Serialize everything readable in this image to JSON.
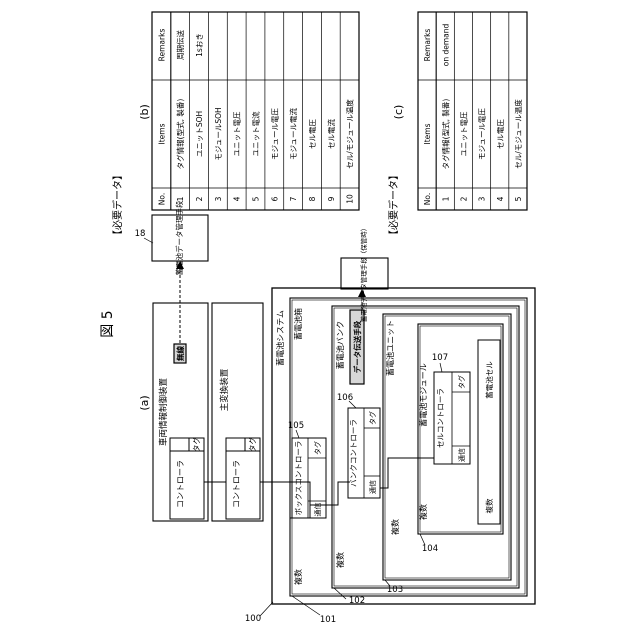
{
  "figure": {
    "title": "図 5",
    "panel_a": "(a)",
    "panel_b": "(b)",
    "panel_c": "(c)"
  },
  "diagram": {
    "vehicle_controller": "車両情報制御装置",
    "wireless": "無線",
    "main_converter": "主変換装置",
    "controller": "コントローラ",
    "tag": "タグ",
    "battery_system": "蓄電池システム",
    "battery_box": "蓄電池箱",
    "box_controller": "ボックスコントローラ",
    "comm": "通信",
    "multiple": "複数",
    "battery_bank": "蓄電池バンク",
    "bank_controller": "バンクコントローラ",
    "data_transfer": "データ伝送手段",
    "battery_unit": "蓄電池ユニット",
    "battery_module": "蓄電池モジュール",
    "cell_controller": "セルコントローラ",
    "battery_cell": "蓄電池セル",
    "data_mgmt": "蓄電池データ管理手段",
    "data_mgmt_storage": "蓄電池データ管理手段（保管時）"
  },
  "refs": {
    "r18": "18",
    "r100": "100",
    "r101": "101",
    "r102": "102",
    "r103": "103",
    "r104": "104",
    "r105": "105",
    "r106": "106",
    "r107": "107"
  },
  "table_b": {
    "caption": "【必要データ】",
    "headers": [
      "No.",
      "Items",
      "Remarks"
    ],
    "rows": [
      [
        "1",
        "タグ情報(型式, 製番)",
        "周期伝送"
      ],
      [
        "2",
        "ユニットSOH",
        "1sおき"
      ],
      [
        "3",
        "モジュールSOH",
        ""
      ],
      [
        "4",
        "ユニット電圧",
        ""
      ],
      [
        "5",
        "ユニット電流",
        ""
      ],
      [
        "6",
        "モジュール電圧",
        ""
      ],
      [
        "7",
        "モジュール電流",
        ""
      ],
      [
        "8",
        "セル電圧",
        ""
      ],
      [
        "9",
        "セル電流",
        ""
      ],
      [
        "10",
        "セル/モジュール温度",
        ""
      ]
    ]
  },
  "table_c": {
    "caption": "【必要データ】",
    "headers": [
      "No.",
      "Items",
      "Remarks"
    ],
    "rows": [
      [
        "1",
        "タグ情報(型式, 製番)",
        "on demand"
      ],
      [
        "2",
        "ユニット電圧",
        ""
      ],
      [
        "3",
        "モジュール電圧",
        ""
      ],
      [
        "4",
        "セル電圧",
        ""
      ],
      [
        "5",
        "セル/モジュール温度",
        ""
      ]
    ]
  }
}
